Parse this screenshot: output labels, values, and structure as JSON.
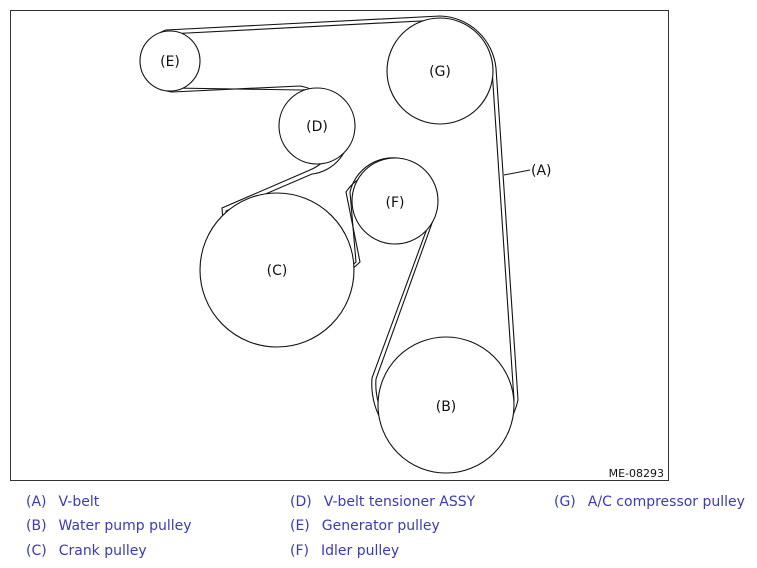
{
  "figure": {
    "ref_code": "ME-08293",
    "pulley_labels": {
      "A": "(A)",
      "B": "(B)",
      "C": "(C)",
      "D": "(D)",
      "E": "(E)",
      "F": "(F)",
      "G": "(G)"
    }
  },
  "legend": {
    "text_color": "#3a3ab8",
    "items": [
      {
        "key": "(A)",
        "text": "V-belt"
      },
      {
        "key": "(B)",
        "text": "Water pump pulley"
      },
      {
        "key": "(C)",
        "text": "Crank pulley"
      },
      {
        "key": "(D)",
        "text": "V-belt tensioner ASSY"
      },
      {
        "key": "(E)",
        "text": "Generator pulley"
      },
      {
        "key": "(F)",
        "text": "Idler pulley"
      },
      {
        "key": "(G)",
        "text": "A/C compressor pulley"
      }
    ]
  }
}
